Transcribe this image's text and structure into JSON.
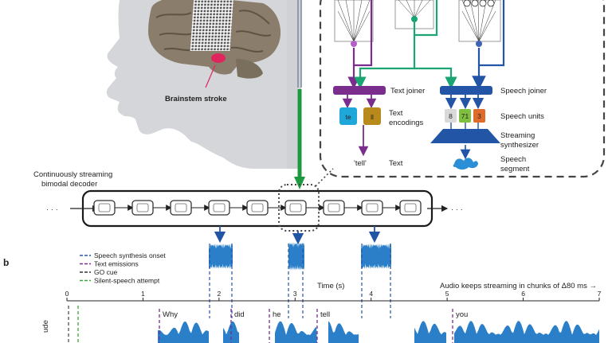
{
  "brain": {
    "stroke_label": "Brainstem stroke"
  },
  "decoder": {
    "title_line1": "Continuously streaming",
    "title_line2": "bimodal decoder",
    "ellipsis": "· · ·"
  },
  "panel_a": {
    "text_joiner": "Text joiner",
    "speech_joiner": "Speech joiner",
    "text_encodings_line1": "Text",
    "text_encodings_line2": "encodings",
    "token_te": "te",
    "token_ll": "ll",
    "speech_units_label": "Speech units",
    "unit_1": "8",
    "unit_2": "71",
    "unit_3": "3",
    "synth_line1": "Streaming",
    "synth_line2": "synthesizer",
    "output_text": "'tell'",
    "text_label": "Text",
    "segment_line1": "Speech",
    "segment_line2": "segment",
    "colors": {
      "purple": "#7b2d8e",
      "green": "#1aa572",
      "blue": "#2355a6",
      "cyan_token": "#1ea7d8",
      "gold_token": "#b88a1c",
      "green_token": "#7fbf3f",
      "orange_token": "#e06a2a"
    }
  },
  "panel_b": {
    "label": "b",
    "legend": [
      {
        "text": "Speech synthesis onset",
        "color": "#2355a6"
      },
      {
        "text": "Text emissions",
        "color": "#7b2d8e"
      },
      {
        "text": "GO cue",
        "color": "#333333"
      },
      {
        "text": "Silent-speech attempt",
        "color": "#3aa83a"
      }
    ],
    "axis_title": "Time (s)",
    "streaming_note": "Audio keeps streaming in chunks of Δ80 ms →",
    "ticks": [
      "0",
      "1",
      "2",
      "3",
      "4",
      "5",
      "6",
      "7"
    ],
    "words": [
      "Why",
      "did",
      "he",
      "tell",
      "you"
    ],
    "ylabel_partial": "ude"
  }
}
